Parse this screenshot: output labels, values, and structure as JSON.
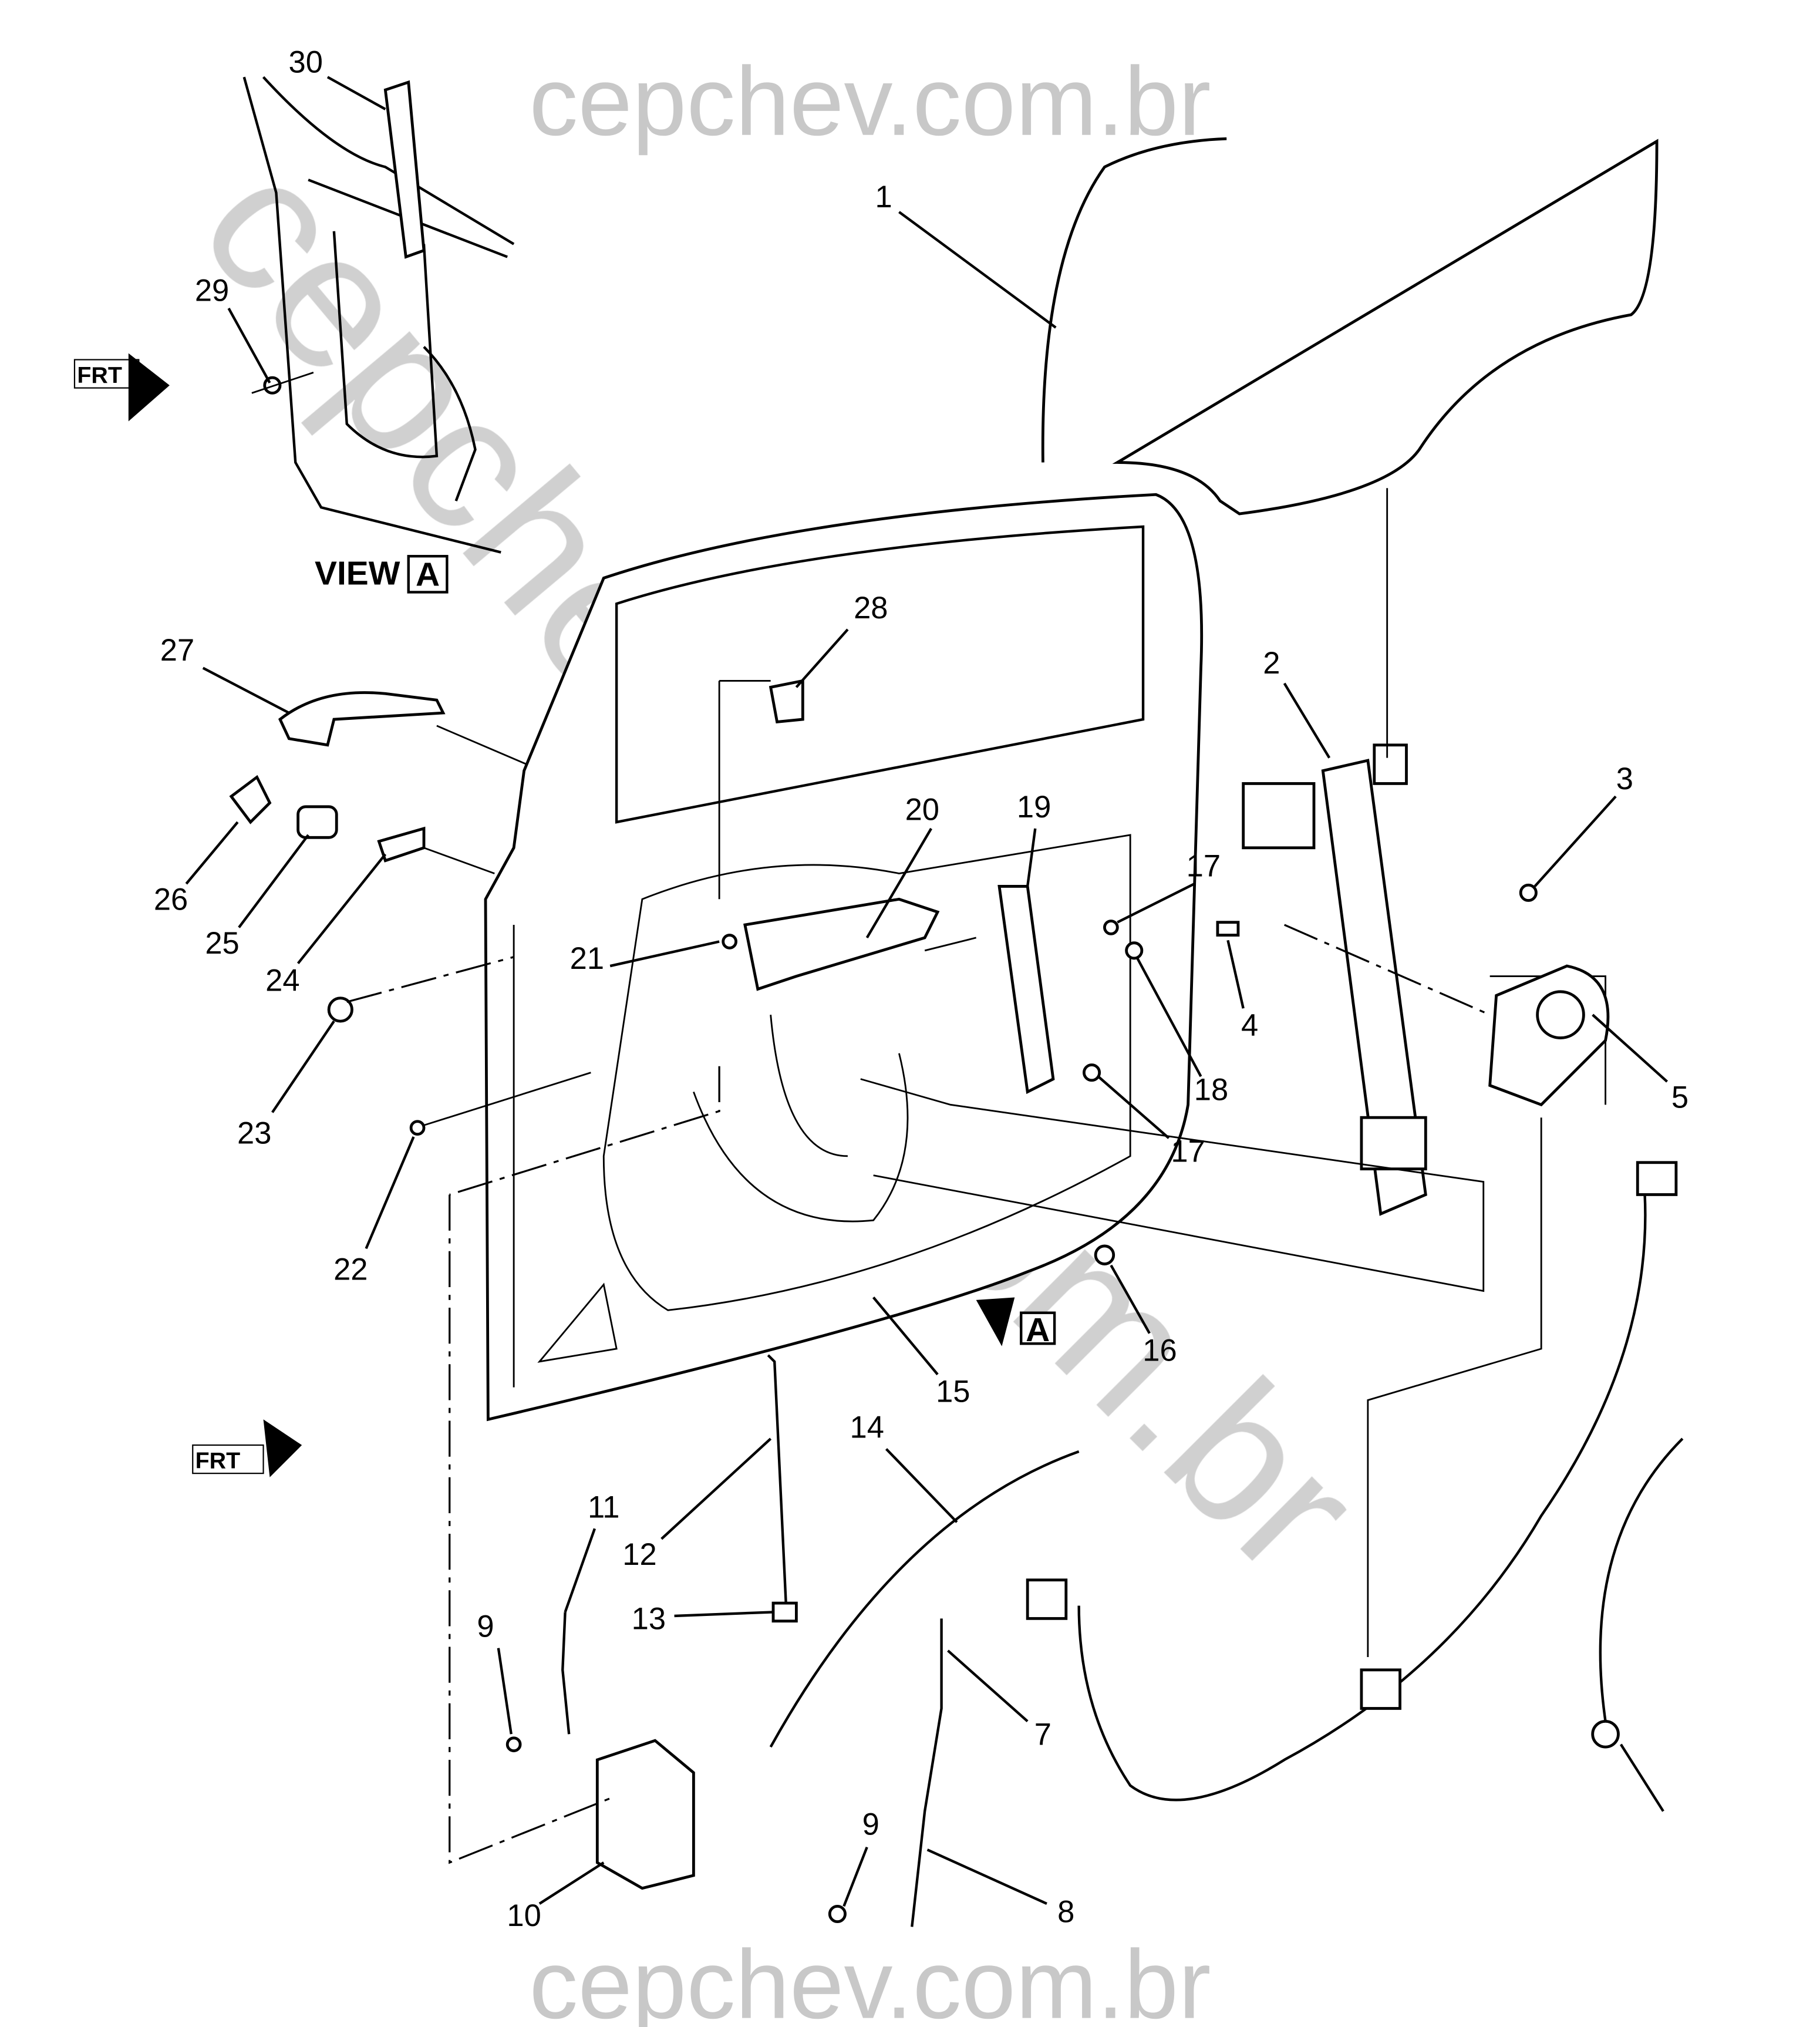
{
  "watermark": {
    "top": "cepchev.com.br",
    "bottom": "cepchev.com.br",
    "diagonal_left": "cepchev",
    "diagonal_right": ".com.br"
  },
  "view_label": {
    "word": "VIEW",
    "letter": "A"
  },
  "view_arrow_letter": "A",
  "frt_label": "FRT",
  "callouts": [
    "30",
    "29",
    "1",
    "28",
    "27",
    "2",
    "3",
    "20",
    "19",
    "17",
    "26",
    "25",
    "24",
    "21",
    "4",
    "18",
    "5",
    "23",
    "17",
    "22",
    "16",
    "15",
    "14",
    "11",
    "12",
    "13",
    "9",
    "7",
    "9",
    "10",
    "8"
  ]
}
